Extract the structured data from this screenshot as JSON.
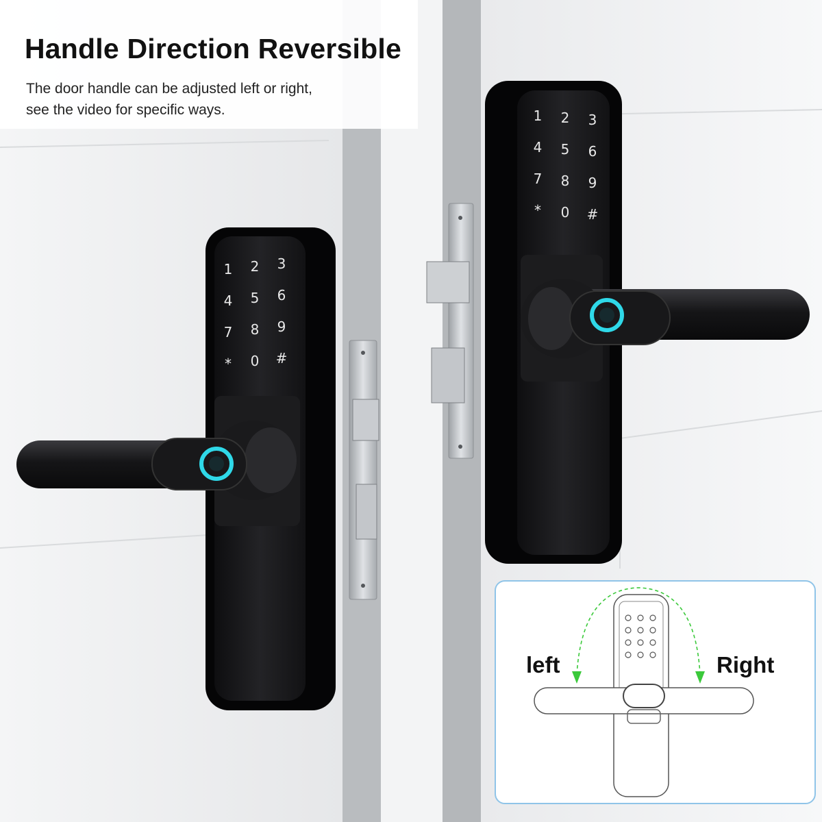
{
  "header": {
    "title": "Handle Direction Reversible",
    "line1": "The door handle can be adjusted left or right,",
    "line2": "see the video for specific ways."
  },
  "keypad": {
    "keys": [
      "1",
      "2",
      "3",
      "4",
      "5",
      "6",
      "7",
      "8",
      "9",
      "*",
      "0",
      "#"
    ]
  },
  "inset": {
    "left_label": "left",
    "right_label": "Right"
  },
  "colors": {
    "fingerprint_ring": "#2fd8e8",
    "arrow": "#3bc93b",
    "lock_body": "#1a1a1c",
    "inset_border": "#8fc4e8"
  }
}
